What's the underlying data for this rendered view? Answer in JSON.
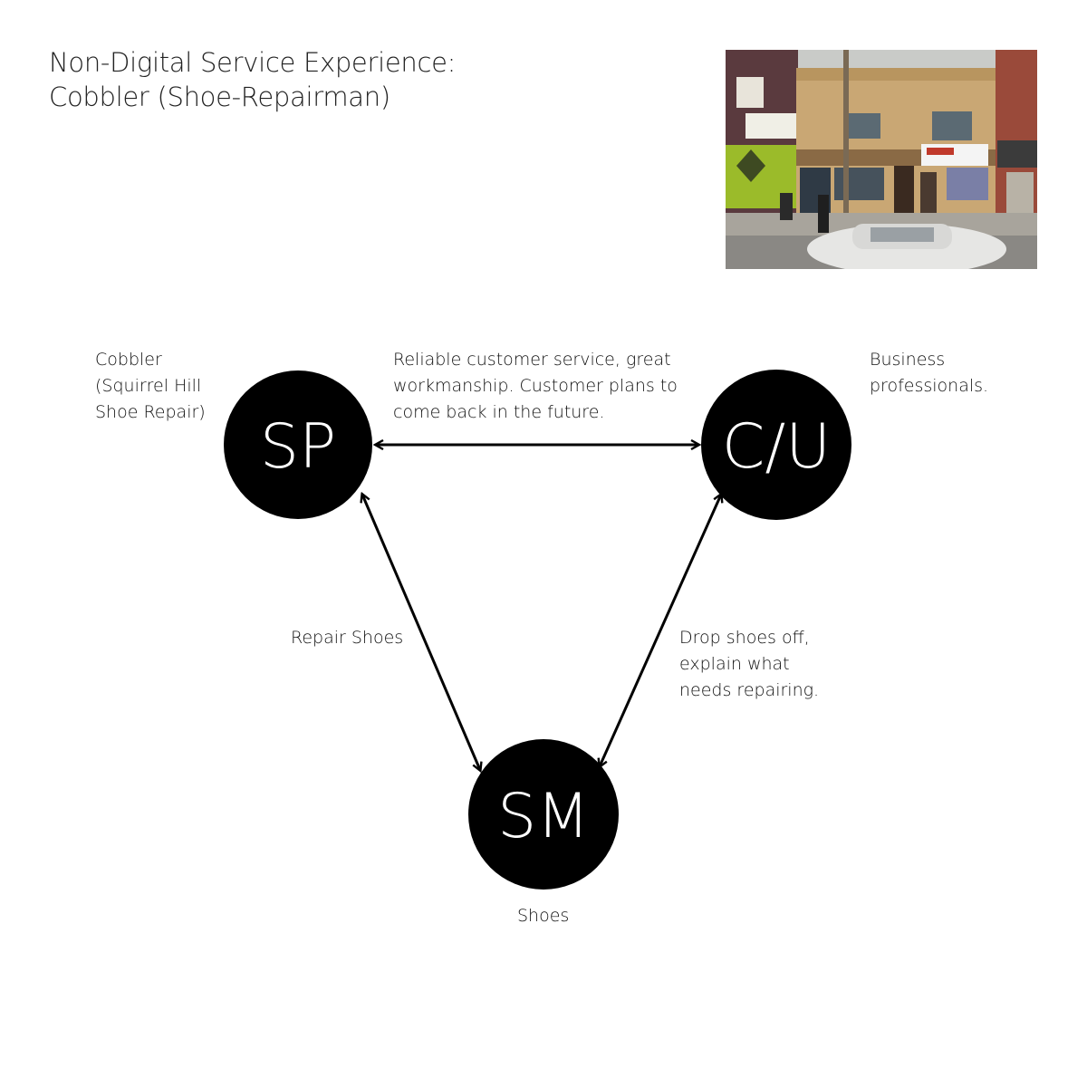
{
  "title": {
    "line1": "Non-Digital Service Experience:",
    "line2": "Cobbler (Shoe-Repairman)"
  },
  "photo": {
    "description_icon": "storefront-photo"
  },
  "nodes": {
    "sp": {
      "label": "SP"
    },
    "cu": {
      "label": "C/U"
    },
    "sm": {
      "label": "SM"
    }
  },
  "annotations": {
    "sp_desc": [
      "Cobbler",
      "(Squirrel Hill",
      "Shoe Repair)"
    ],
    "cu_desc": [
      "Business",
      "professionals."
    ],
    "sm_desc": [
      "Shoes"
    ],
    "sp_cu_edge": [
      "Reliable customer service, great",
      "workmanship. Customer plans to",
      "come back in the future."
    ],
    "sp_sm_edge": [
      "Repair Shoes"
    ],
    "cu_sm_edge": [
      "Drop shoes off,",
      "explain what",
      "needs repairing."
    ]
  },
  "colors": {
    "node_fill": "#000000",
    "arrow": "#000000",
    "text": "#111111"
  }
}
